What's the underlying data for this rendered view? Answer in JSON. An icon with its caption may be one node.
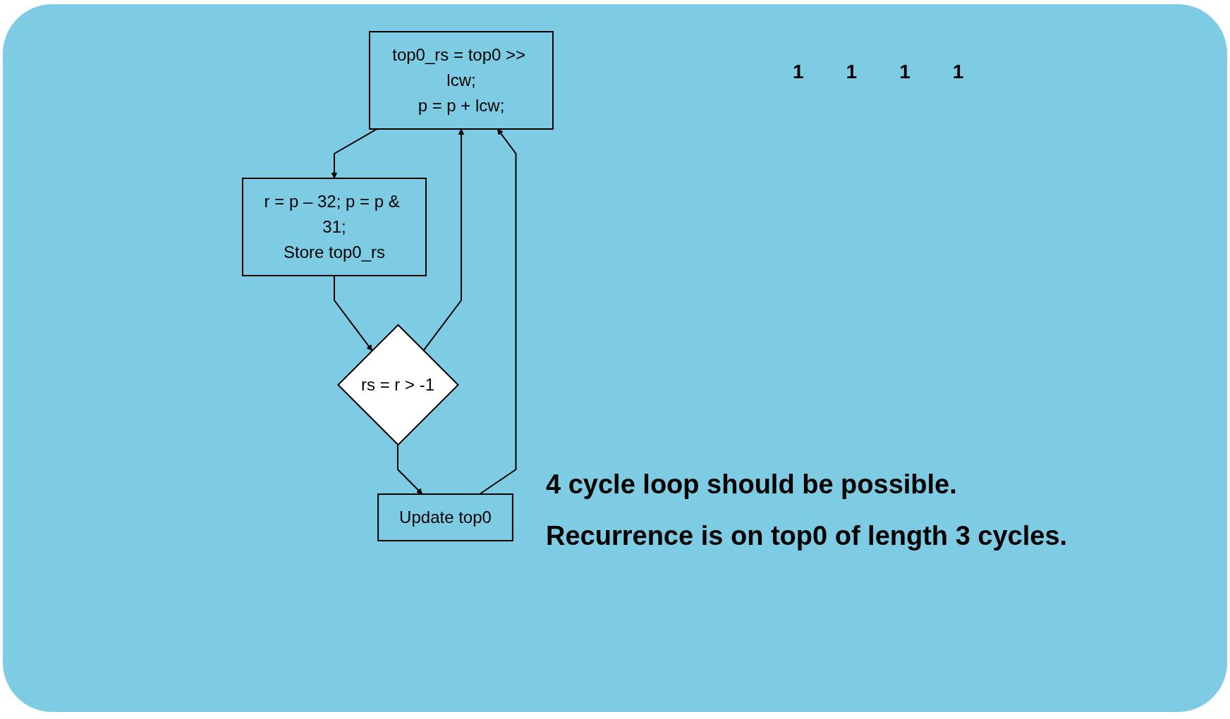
{
  "diagram": {
    "nodes": [
      {
        "text": [
          "top0_rs = top0 >> lcw;",
          "p = p + lcw;"
        ]
      },
      {
        "text": [
          "r = p – 32; p = p & 31;",
          "Store top0_rs"
        ]
      },
      {
        "text": [
          "rs = r > -1"
        ]
      },
      {
        "text": [
          "Update top0"
        ]
      }
    ],
    "edges": [
      {
        "from": 0,
        "to": 1,
        "arrow": "to"
      },
      {
        "from": 1,
        "to": 2,
        "arrow": "to"
      },
      {
        "from": 2,
        "to": 3,
        "arrow": "to"
      },
      {
        "from": 3,
        "to": 0,
        "arrow": "to"
      },
      {
        "from": 2,
        "to": 0,
        "arrow": "to"
      }
    ],
    "labels": [
      "1",
      "1",
      "1",
      "1",
      "4 cycle loop should be possible.",
      "Recurrence is on top0 of length 3 cycles."
    ]
  }
}
